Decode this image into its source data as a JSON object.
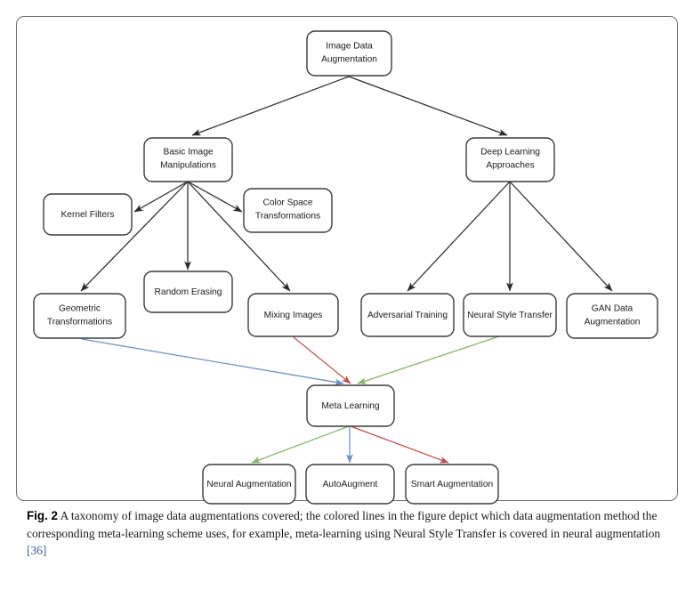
{
  "figure": {
    "label": "Fig. 2",
    "caption_text": "A taxonomy of image data augmentations covered; the colored lines in the figure depict which data augmentation method the corresponding meta-learning scheme uses, for example, meta-learning using Neural Style Transfer is covered in neural augmentation ",
    "citation": "[36]"
  },
  "colors": {
    "box_stroke": "#3b3b3b",
    "box_fill": "#ffffff",
    "edge": "#2b2b2b",
    "meta_blue": "#6b8fc4",
    "meta_red": "#c0504d",
    "meta_green": "#82b366",
    "frame": "#6f6f6f",
    "citation": "#3b5fa8"
  },
  "chart_data": {
    "type": "tree-diagram",
    "title": "A taxonomy of image data augmentations covered",
    "root": "Image Data Augmentation",
    "levels": [
      [
        "Image Data Augmentation"
      ],
      [
        "Basic Image Manipulations",
        "Deep Learning Approaches"
      ],
      [
        "Kernel Filters",
        "Color Space Transformations",
        "Geometric Transformations",
        "Random Erasing",
        "Mixing Images",
        "Adversarial Training",
        "Neural Style Transfer",
        "GAN Data Augmentation"
      ],
      [
        "Meta Learning"
      ],
      [
        "Neural Augmentation",
        "AutoAugment",
        "Smart Augmentation"
      ]
    ],
    "tree_edges": [
      {
        "from": "Image Data Augmentation",
        "to": "Basic Image Manipulations"
      },
      {
        "from": "Image Data Augmentation",
        "to": "Deep Learning Approaches"
      },
      {
        "from": "Basic Image Manipulations",
        "to": "Kernel Filters"
      },
      {
        "from": "Basic Image Manipulations",
        "to": "Color Space Transformations"
      },
      {
        "from": "Basic Image Manipulations",
        "to": "Geometric Transformations"
      },
      {
        "from": "Basic Image Manipulations",
        "to": "Random Erasing"
      },
      {
        "from": "Basic Image Manipulations",
        "to": "Mixing Images"
      },
      {
        "from": "Deep Learning Approaches",
        "to": "Adversarial Training"
      },
      {
        "from": "Deep Learning Approaches",
        "to": "Neural Style Transfer"
      },
      {
        "from": "Deep Learning Approaches",
        "to": "GAN Data Augmentation"
      }
    ],
    "meta_edges": [
      {
        "from": "Geometric Transformations",
        "to": "Meta Learning",
        "color": "#6b8fc4"
      },
      {
        "from": "Mixing Images",
        "to": "Meta Learning",
        "color": "#c0504d"
      },
      {
        "from": "Neural Style Transfer",
        "to": "Meta Learning",
        "color": "#82b366"
      },
      {
        "from": "Meta Learning",
        "to": "Neural Augmentation",
        "color": "#82b366"
      },
      {
        "from": "Meta Learning",
        "to": "AutoAugment",
        "color": "#6b8fc4"
      },
      {
        "from": "Meta Learning",
        "to": "Smart Augmentation",
        "color": "#c0504d"
      }
    ]
  },
  "nodes": {
    "root": {
      "line1": "Image Data",
      "line2": "Augmentation"
    },
    "basic": {
      "line1": "Basic Image",
      "line2": "Manipulations"
    },
    "deep": {
      "line1": "Deep Learning",
      "line2": "Approaches"
    },
    "kernel": {
      "line1": "Kernel Filters",
      "line2": ""
    },
    "colorspace": {
      "line1": "Color Space",
      "line2": "Transformations"
    },
    "geometric": {
      "line1": "Geometric",
      "line2": "Transformations"
    },
    "erasing": {
      "line1": "Random Erasing",
      "line2": ""
    },
    "mixing": {
      "line1": "Mixing Images",
      "line2": ""
    },
    "adversarial": {
      "line1": "Adversarial Training",
      "line2": ""
    },
    "styletransfer": {
      "line1": "Neural Style Transfer",
      "line2": ""
    },
    "gan": {
      "line1": "GAN Data",
      "line2": "Augmentation"
    },
    "meta": {
      "line1": "Meta Learning",
      "line2": ""
    },
    "neuralaug": {
      "line1": "Neural Augmentation",
      "line2": ""
    },
    "autoaugment": {
      "line1": "AutoAugment",
      "line2": ""
    },
    "smartaug": {
      "line1": "Smart Augmentation",
      "line2": ""
    }
  }
}
